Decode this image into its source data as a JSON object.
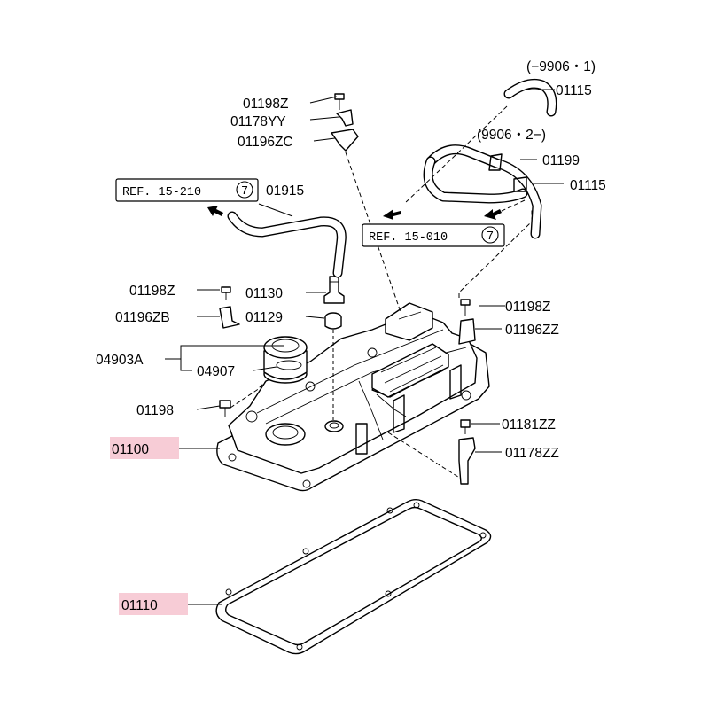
{
  "parts": {
    "p01115_top": "01115",
    "p01115_low": "01115",
    "p01199": "01199",
    "p01198Z_top": "01198Z",
    "p01178YY": "01178YY",
    "p01196ZC": "01196ZC",
    "p01915": "01915",
    "p01198Z_left": "01198Z",
    "p01130": "01130",
    "p01196ZB": "01196ZB",
    "p01129": "01129",
    "p04903A": "04903A",
    "p04907": "04907",
    "p01198": "01198",
    "p01100": "01100",
    "p01110": "01110",
    "p01198Z_right": "01198Z",
    "p01196ZZ": "01196ZZ",
    "p01181ZZ": "01181ZZ",
    "p01178ZZ": "01178ZZ"
  },
  "date_codes": {
    "top": "(−9906・1)",
    "middle": "(9906・2−)"
  },
  "references": {
    "ref_left_text": "REF. 15-210",
    "ref_left_num": "7",
    "ref_right_text": "REF. 15-010",
    "ref_right_num": "7"
  },
  "highlight_color": "#f7ccd6"
}
